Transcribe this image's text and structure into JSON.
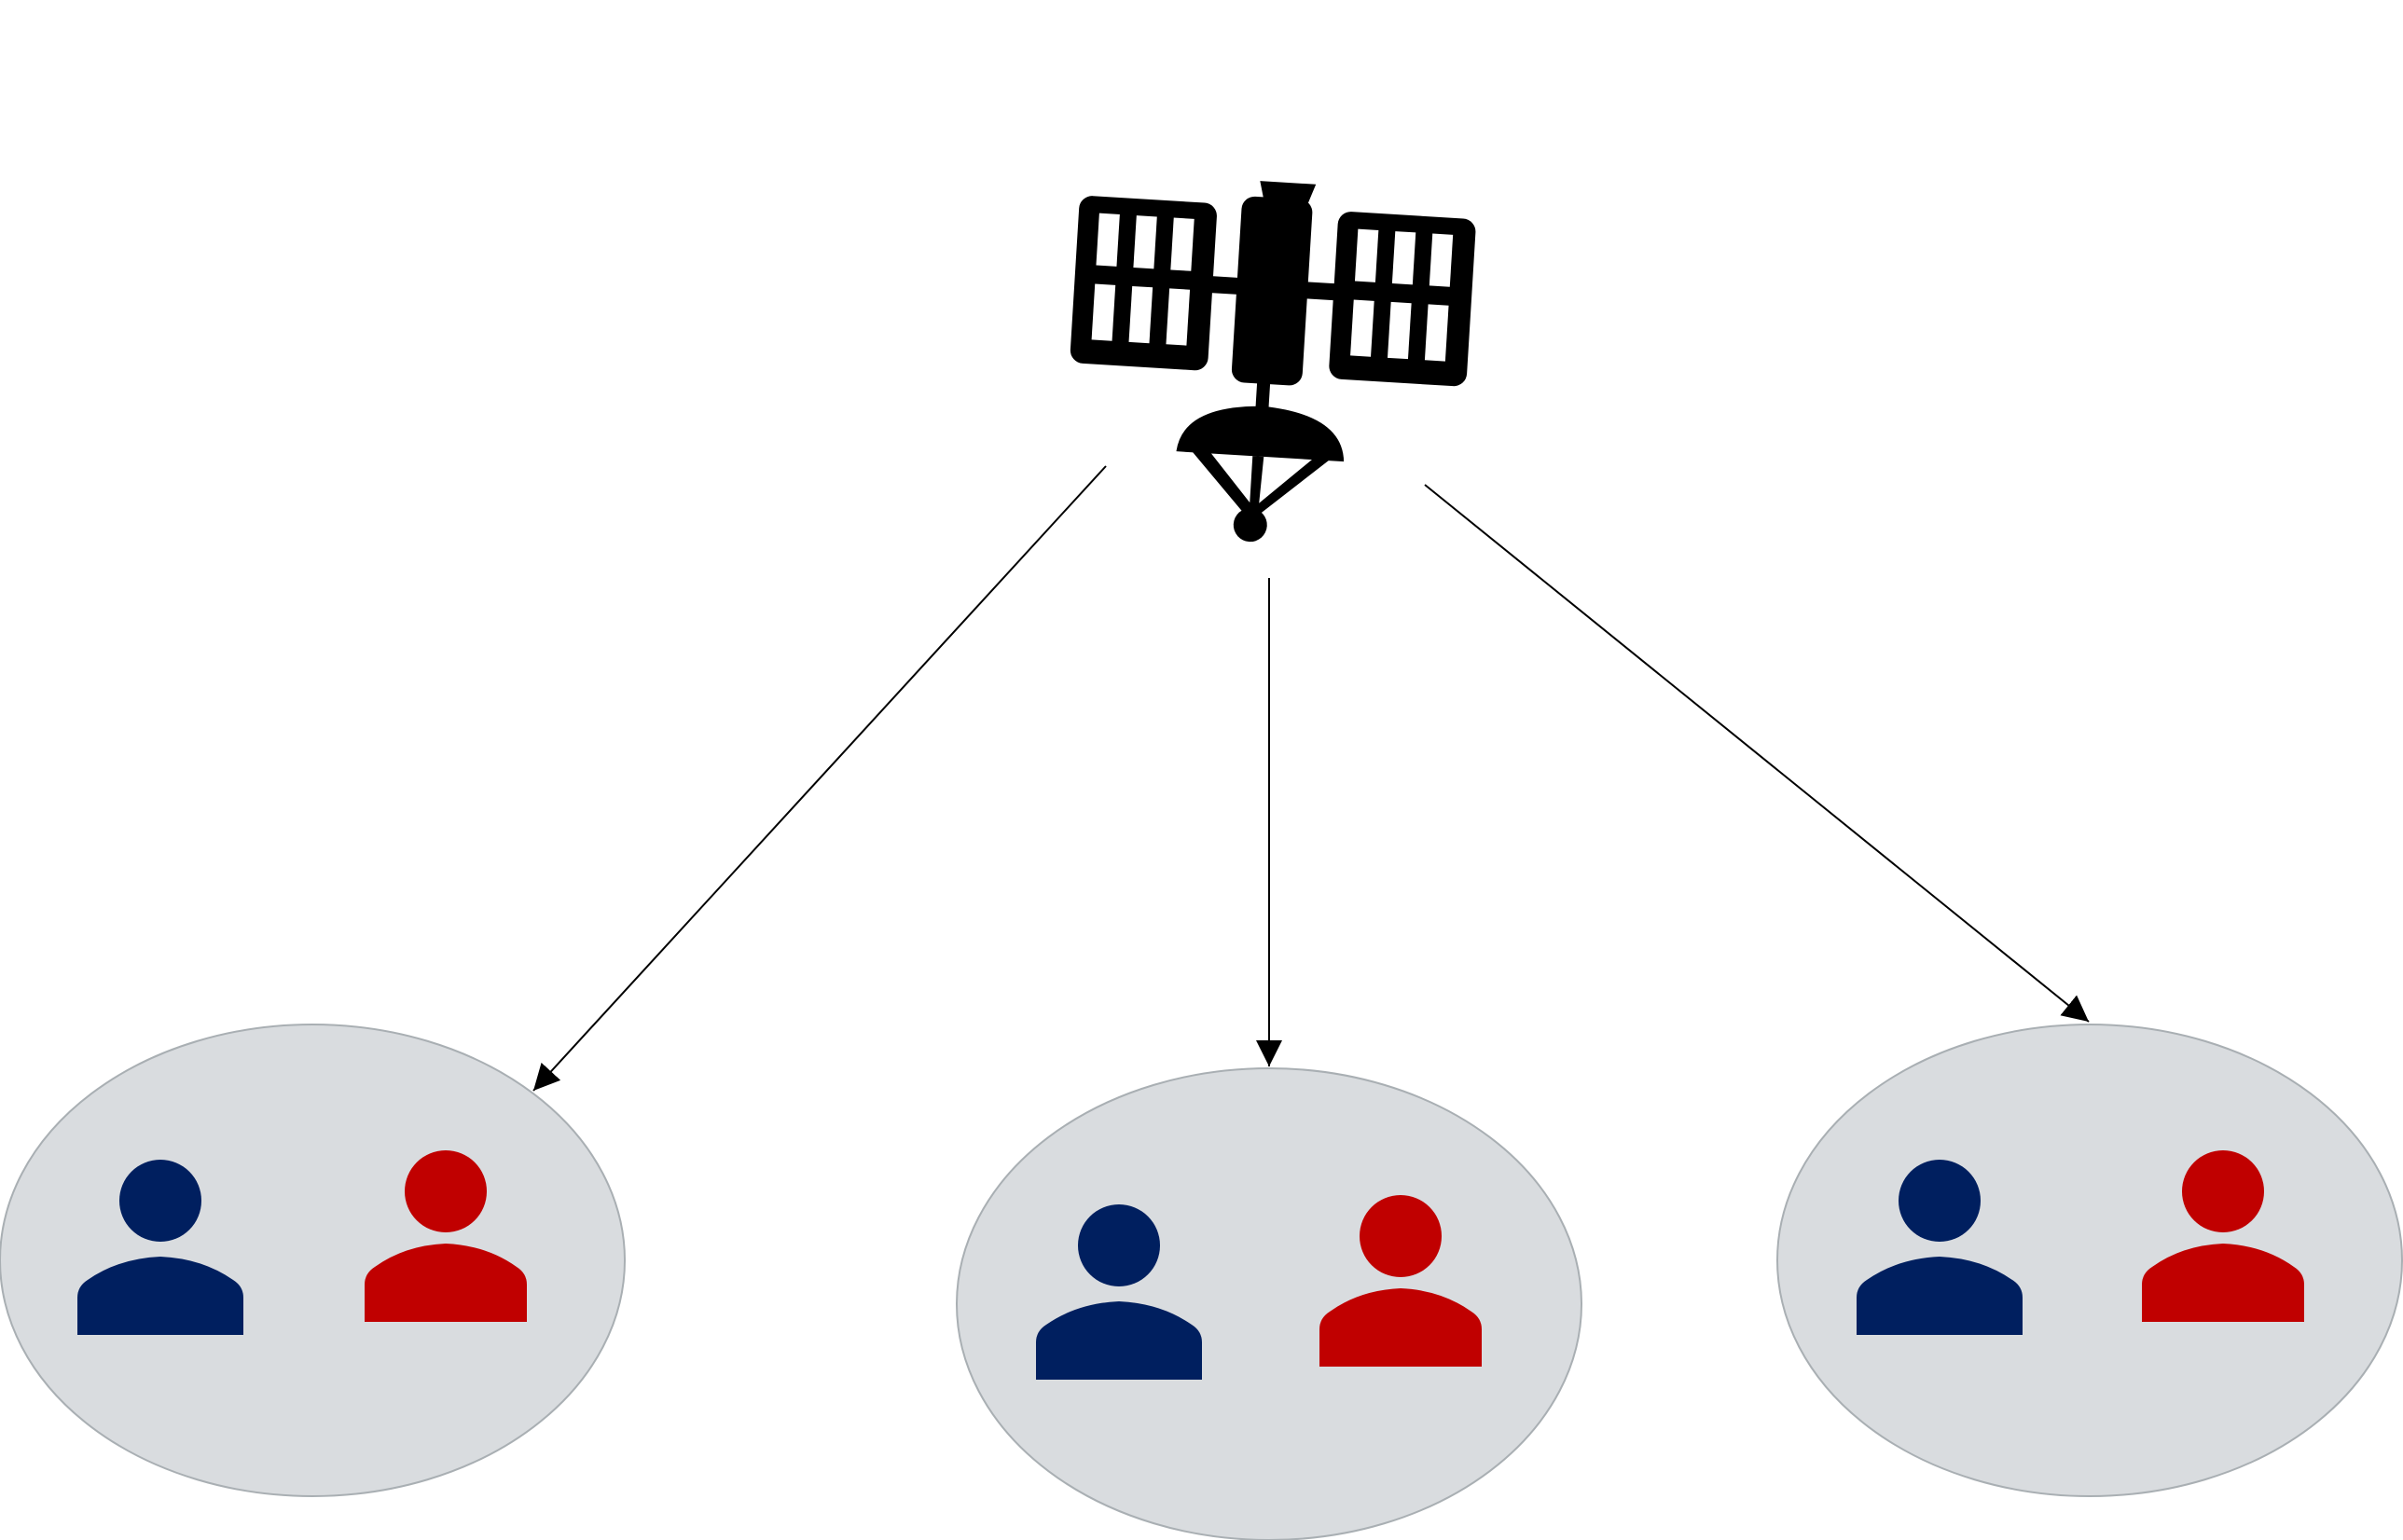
{
  "diagram": {
    "type": "satellite-broadcast",
    "source": {
      "icon": "satellite-icon"
    },
    "connectors": [
      {
        "from": "satellite",
        "to": "group-left",
        "style": "arrow"
      },
      {
        "from": "satellite",
        "to": "group-center",
        "style": "arrow"
      },
      {
        "from": "satellite",
        "to": "group-right",
        "style": "arrow"
      }
    ],
    "groups": [
      {
        "id": "group-left",
        "users": [
          "user-icon",
          "user-icon"
        ]
      },
      {
        "id": "group-center",
        "users": [
          "user-icon",
          "user-icon"
        ]
      },
      {
        "id": "group-right",
        "users": [
          "user-icon",
          "user-icon"
        ]
      }
    ]
  },
  "colors": {
    "background": "#ffffff",
    "satellite": "#000000",
    "group_fill": "#d9dcdf",
    "group_stroke": "#a9afb3",
    "user_primary": "#001f5f",
    "user_secondary": "#c00000",
    "arrow": "#000000"
  }
}
